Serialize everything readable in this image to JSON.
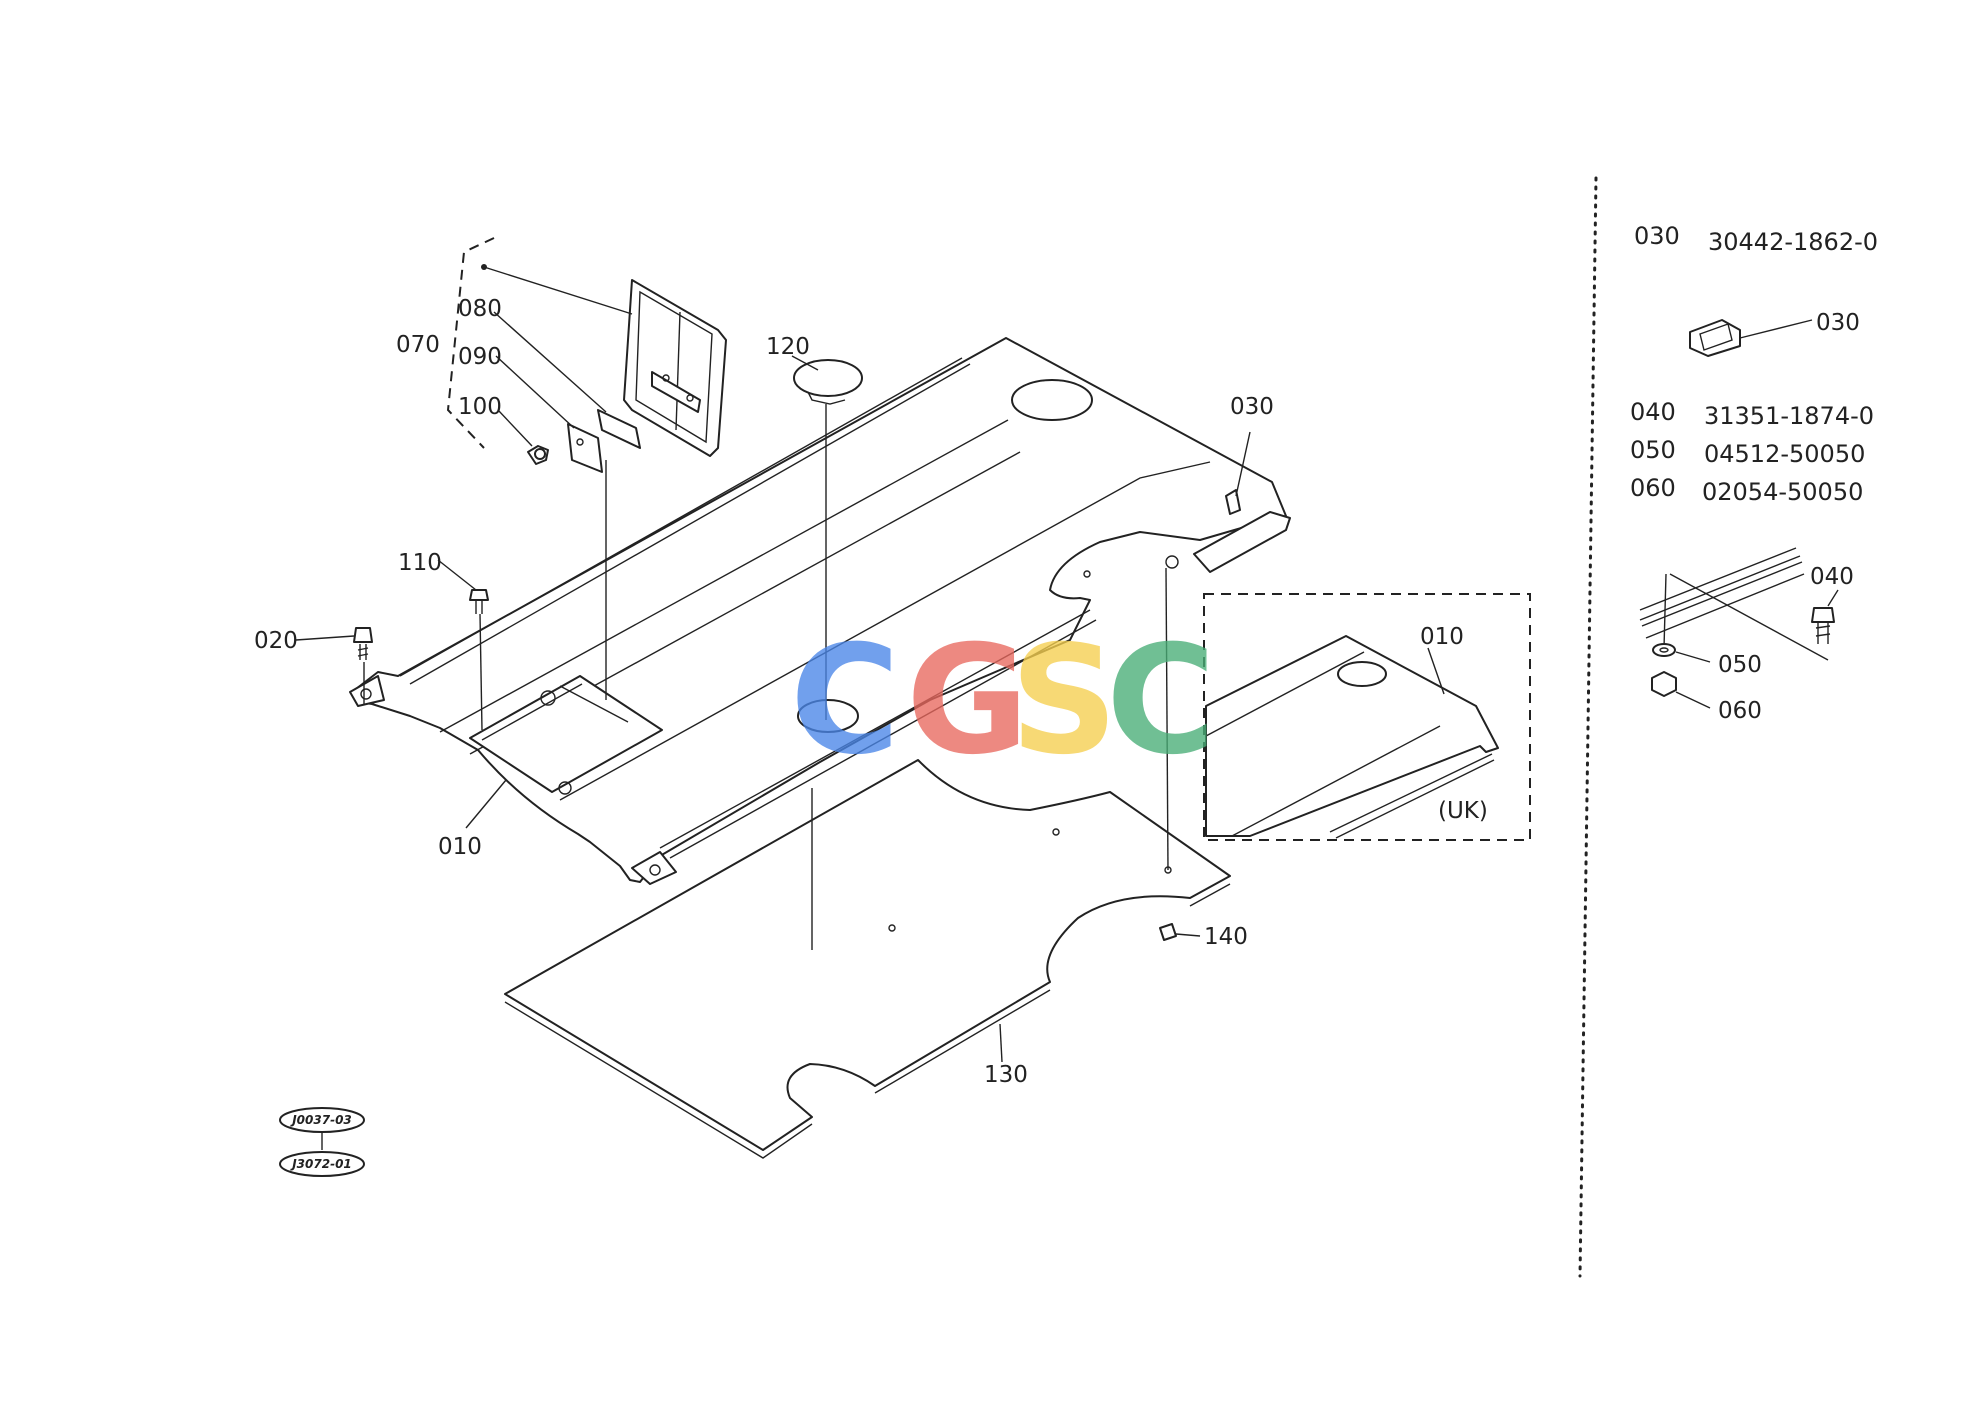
{
  "diagram": {
    "callouts": {
      "c010_main": "010",
      "c020": "020",
      "c030": "030",
      "c070": "070",
      "c080": "080",
      "c090": "090",
      "c100": "100",
      "c110": "110",
      "c120": "120",
      "c130": "130",
      "c140": "140"
    },
    "uk_inset": {
      "callout": "010",
      "region": "(UK)"
    },
    "references": [
      "J0037-03",
      "J3072-01"
    ],
    "watermark": {
      "letters": [
        "C",
        "G",
        "S",
        "C"
      ],
      "colors": [
        "#4a86e8",
        "#e8685e",
        "#f6cf4f",
        "#49ae77"
      ]
    }
  },
  "parts_list": {
    "group_030": [
      {
        "ref": "030",
        "part_no": "30442-1862-0"
      }
    ],
    "group_030_callout": "030",
    "group_040": [
      {
        "ref": "040",
        "part_no": "31351-1874-0"
      },
      {
        "ref": "050",
        "part_no": "04512-50050"
      },
      {
        "ref": "060",
        "part_no": "02054-50050"
      }
    ],
    "group_040_callouts": {
      "c040": "040",
      "c050": "050",
      "c060": "060"
    }
  }
}
